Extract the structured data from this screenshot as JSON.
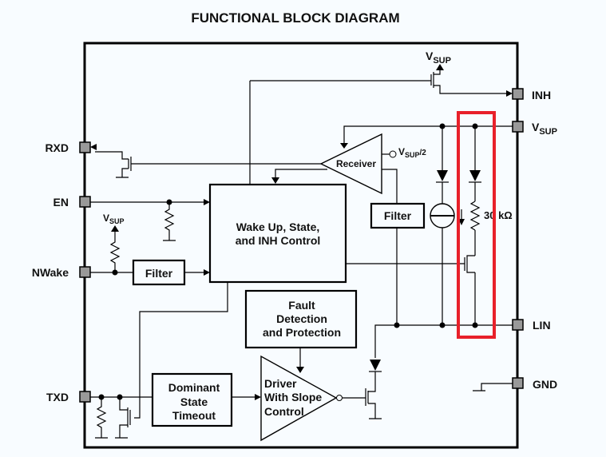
{
  "title": "FUNCTIONAL BLOCK DIAGRAM",
  "pins": {
    "inh": "INH",
    "vsup": "V",
    "vsup_sub": "SUP",
    "lin": "LIN",
    "gnd": "GND",
    "rxd": "RXD",
    "en": "EN",
    "nwake": "NWake",
    "txd": "TXD"
  },
  "blocks": {
    "receiver": "Receiver",
    "filter_rx": "Filter",
    "filter_nwake": "Filter",
    "wakeup_line1": "Wake Up, State,",
    "wakeup_line2": "and INH Control",
    "fault_line1": "Fault",
    "fault_line2": "Detection",
    "fault_line3": "and Protection",
    "dominant_line1": "Dominant",
    "dominant_line2": "State",
    "dominant_line3": "Timeout",
    "driver_line1": "Driver",
    "driver_line2": "With Slope",
    "driver_line3": "Control"
  },
  "labels": {
    "v": "V",
    "sup": "SUP",
    "half": "/2",
    "resistor_value": "30 kΩ"
  },
  "highlight_color": "#e8202a"
}
